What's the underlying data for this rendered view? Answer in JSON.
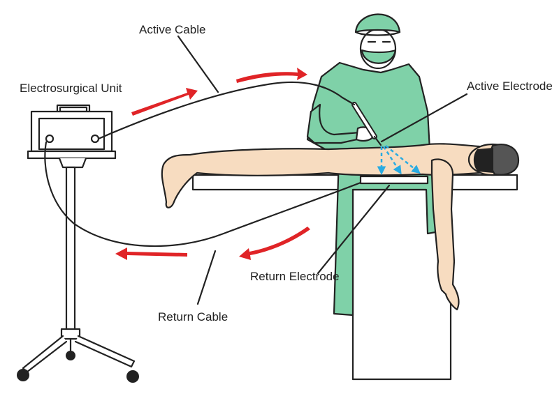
{
  "labels": {
    "active_cable": "Active Cable",
    "electrosurgical_unit": "Electrosurgical Unit",
    "active_electrode": "Active Electrode",
    "return_electrode": "Return Electrode",
    "return_cable": "Return Cable"
  },
  "colors": {
    "gown": "#7fd1a8",
    "skin": "#f7dcc0",
    "arrow": "#e02427",
    "current": "#29abe2",
    "cap": "#555555",
    "outline": "#222222"
  },
  "icons": {
    "flow_arrow": "red-arrow",
    "current_path": "blue-dashed-arrow"
  }
}
